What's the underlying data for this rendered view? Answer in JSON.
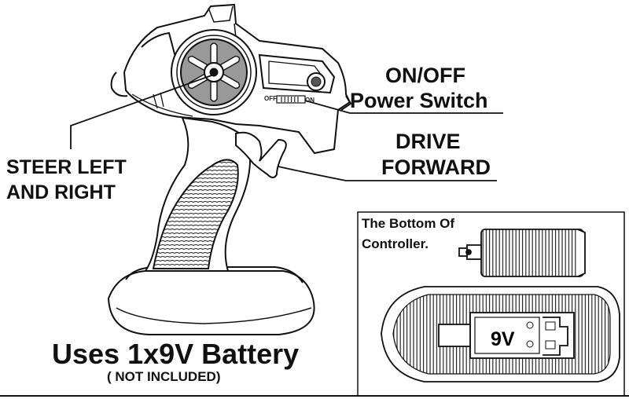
{
  "labels": {
    "on_off": "ON/OFF",
    "power_switch": "Power Switch",
    "drive": "DRIVE",
    "forward": "FORWARD",
    "steer_line1": "STEER LEFT",
    "steer_line2": "AND RIGHT",
    "battery": "Uses 1x9V Battery",
    "not_included": "( NOT INCLUDED)",
    "bottom_line1": "The Bottom Of",
    "bottom_line2": "Controller.",
    "switch_off": "OFF",
    "switch_on": "ON",
    "battery_value": "9V"
  },
  "colors": {
    "ink": "#111111",
    "wheel_fill": "#999999",
    "background": "#ffffff"
  }
}
